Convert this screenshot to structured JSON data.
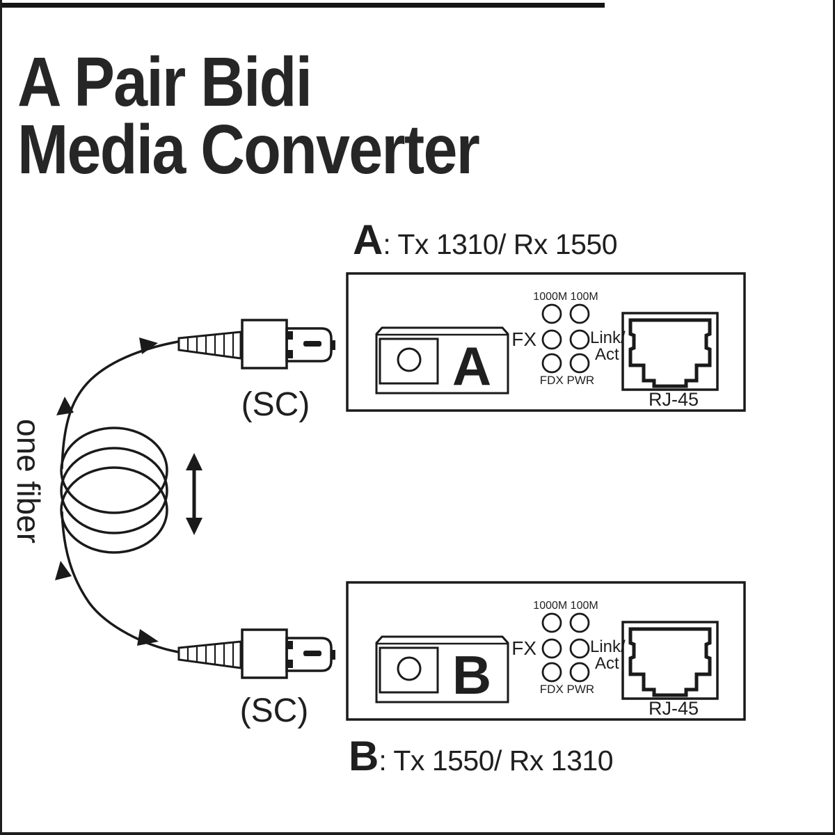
{
  "colors": {
    "ink": "#1f1f1f",
    "line": "#1a1a1a",
    "background": "#ffffff"
  },
  "title": {
    "line1": "A Pair Bidi",
    "line2": "Media Converter"
  },
  "fiber_link": {
    "coil_label": "one fiber",
    "sc_label_top": "(SC)",
    "sc_label_bottom": "(SC)"
  },
  "converter_a": {
    "spec_letter": "A",
    "spec_text": ": Tx 1310/ Rx 1550",
    "panel_letter": "A",
    "led_row_top": "1000M 100M",
    "led_fx": "FX",
    "led_link": "Link/",
    "led_act": "Act",
    "led_row_bottom": "FDX PWR",
    "rj45_label": "RJ-45"
  },
  "converter_b": {
    "spec_letter": "B",
    "spec_text": ": Tx 1550/ Rx 1310",
    "panel_letter": "B",
    "led_row_top": "1000M 100M",
    "led_fx": "FX",
    "led_link": "Link/",
    "led_act": "Act",
    "led_row_bottom": "FDX PWR",
    "rj45_label": "RJ-45"
  }
}
